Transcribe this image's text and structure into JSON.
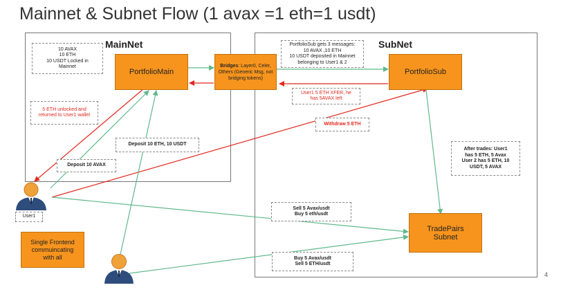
{
  "title": "Mainnet & Subnet Flow (1 avax =1 eth=1 usdt)",
  "regions": {
    "mainnet": "MainNet",
    "subnet": "SubNet"
  },
  "boxes": {
    "portfolio_main": "PortfolioMain",
    "portfolio_sub": "PortfolioSub",
    "trade_pairs_line1": "TradePairs",
    "trade_pairs_line2": "Subnet",
    "frontend_line1": "Single Frontend",
    "frontend_line2": "commuincating",
    "frontend_line3": "with all",
    "bridges_bold": "Bridges",
    "bridges_text": ": Layer0, Celer, Others (Generic Msg, not bridging tokens)"
  },
  "notes": {
    "locked": [
      "10 AVAX",
      "10 ETH",
      "10 USDT Locked in",
      "Mainnet"
    ],
    "subnet_msgs": [
      "PortfolioSub gets 3 messages:",
      "10 AVAX ,10 ETH",
      "10 USDT deposited in Mainnet",
      "belonging to User1 & 2"
    ],
    "eth_unlocked": [
      "5 ETH unlocked and",
      "returned to User1 wallet"
    ],
    "xfer": [
      "User1 5 ETH XFER, he",
      "has 5AVAX left"
    ],
    "withdraw": "Withdraw 5 ETH",
    "deposit_eth_usdt": "Deposit 10 ETH, 10 USDT",
    "deposit_avax": "Deposit 10 AVAX",
    "after_trades": [
      "After trades: User1",
      "has 5 ETH, 5 Avax",
      "User 2 has 5 ETH, 10",
      "USDT, 5 AVAX"
    ],
    "sell_buy": [
      "Sell 5 Avax/usdt",
      "Buy 5 eth/usdt"
    ],
    "buy_sell": [
      "Buy 5 Avax/usdt",
      "Sell 5 ETH/usdt"
    ],
    "user1": "User1"
  },
  "page_number": "4",
  "colors": {
    "orange": "#f7941d",
    "red_arrow": "#e0281e",
    "green_arrow": "#5fb98a",
    "border": "#777777"
  }
}
